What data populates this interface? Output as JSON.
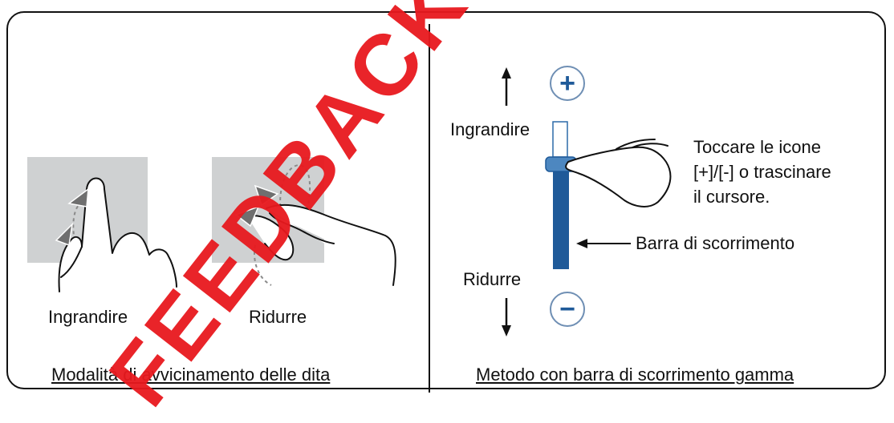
{
  "pinch_section": {
    "zoom_in_label": "Ingrandire",
    "zoom_out_label": "Ridurre",
    "caption": "Modalità di avvicinamento delle dita"
  },
  "slider_section": {
    "top_label": "Ingrandire",
    "bottom_label": "Ridurre",
    "instruction_lines": [
      "Toccare le icone",
      "[+]/[-] o trascinare",
      "il cursore."
    ],
    "bar_label": "Barra di scorrimento",
    "caption": "Metodo con barra di scorrimento gamma",
    "plus_icon": "+",
    "minus_icon": "−"
  },
  "watermark": "FEEDBACK"
}
